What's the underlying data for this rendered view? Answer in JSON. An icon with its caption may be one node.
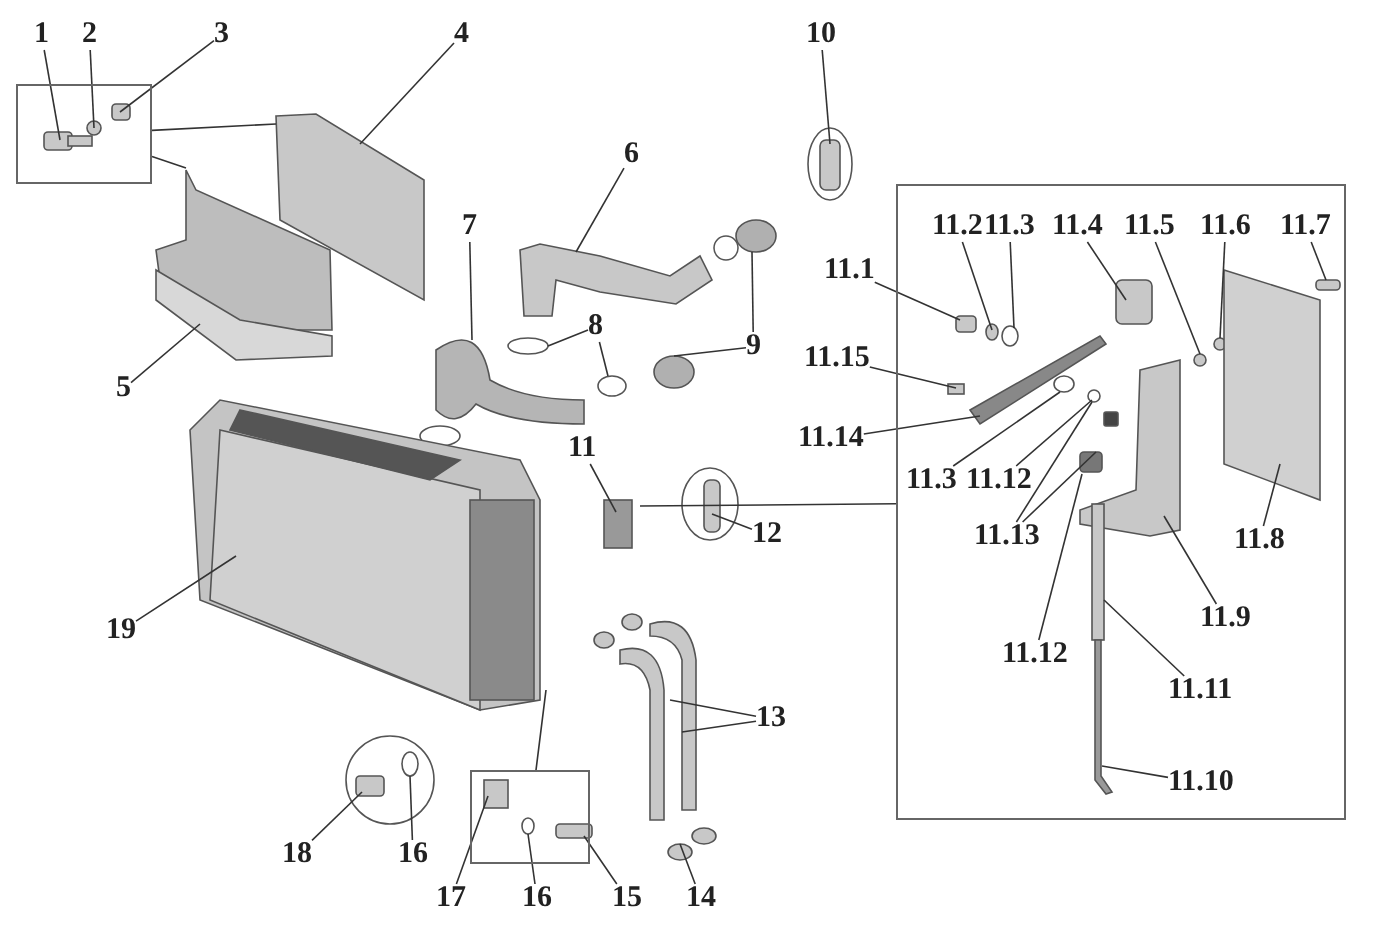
{
  "diagram": {
    "nodes": [
      {
        "text": [
          "1"
        ]
      },
      {
        "text": [
          "2"
        ]
      },
      {
        "text": [
          "3"
        ]
      },
      {
        "text": [
          "4"
        ]
      },
      {
        "text": [
          "10"
        ]
      },
      {
        "text": [],
        "shape": "box"
      },
      {
        "text": [
          "6"
        ]
      },
      {
        "text": [
          "7"
        ]
      },
      {
        "text": [],
        "shape": "box"
      },
      {
        "text": [
          "11.2"
        ],
        "in": 8
      },
      {
        "text": [
          "11.3"
        ],
        "in": 8
      },
      {
        "text": [
          "11.4"
        ],
        "in": 8
      },
      {
        "text": [
          "11.5"
        ],
        "in": 8
      },
      {
        "text": [
          "11.6"
        ],
        "in": 8
      },
      {
        "text": [
          "11.7"
        ],
        "in": 8
      },
      {
        "text": [
          "11.1"
        ]
      },
      {
        "text": [
          "8"
        ]
      },
      {
        "text": [
          "9"
        ]
      },
      {
        "text": [
          "11.15"
        ]
      },
      {
        "text": [
          "5"
        ]
      },
      {
        "text": [
          "11"
        ]
      },
      {
        "text": [
          "11.14"
        ]
      },
      {
        "text": [
          "11.3"
        ],
        "in": 8
      },
      {
        "text": [
          "11.12"
        ],
        "in": 8
      },
      {
        "text": [
          "12"
        ]
      },
      {
        "text": [
          "11.13"
        ],
        "in": 8
      },
      {
        "text": [
          "11.8"
        ],
        "in": 8
      },
      {
        "text": [
          "11.9"
        ],
        "in": 8
      },
      {
        "text": [
          "19"
        ]
      },
      {
        "text": [
          "11.12"
        ],
        "in": 8
      },
      {
        "text": [
          "11.11"
        ],
        "in": 8
      },
      {
        "text": [
          "13"
        ]
      },
      {
        "text": [],
        "shape": "box"
      },
      {
        "text": [
          "11.10"
        ],
        "in": 8
      },
      {
        "text": [
          "18"
        ]
      },
      {
        "text": [
          "16"
        ]
      },
      {
        "text": [
          "17"
        ]
      },
      {
        "text": [
          "16"
        ]
      },
      {
        "text": [
          "15"
        ]
      },
      {
        "text": [
          "14"
        ]
      }
    ],
    "edges": [
      {
        "from": 0,
        "to": 5,
        "arrow": "none"
      },
      {
        "from": 1,
        "to": 5,
        "arrow": "none"
      },
      {
        "from": 2,
        "to": 5,
        "arrow": "none"
      },
      {
        "from": 3,
        "to": null,
        "arrow": "none"
      },
      {
        "from": 4,
        "to": null,
        "arrow": "none"
      },
      {
        "from": 5,
        "to": null,
        "arrow": "none"
      },
      {
        "from": 5,
        "to": null,
        "arrow": "none"
      },
      {
        "from": 6,
        "to": null,
        "arrow": "none"
      },
      {
        "from": 7,
        "to": null,
        "arrow": "none"
      },
      {
        "from": 8,
        "to": null,
        "arrow": "none"
      },
      {
        "from": 9,
        "to": null,
        "arrow": "none"
      },
      {
        "from": 10,
        "to": null,
        "arrow": "none"
      },
      {
        "from": 11,
        "to": null,
        "arrow": "none"
      },
      {
        "from": 12,
        "to": null,
        "arrow": "none"
      },
      {
        "from": 13,
        "to": null,
        "arrow": "none"
      },
      {
        "from": 14,
        "to": null,
        "arrow": "none"
      },
      {
        "from": 15,
        "to": null,
        "arrow": "none"
      },
      {
        "from": 16,
        "to": null,
        "arrow": "none"
      },
      {
        "from": 16,
        "to": null,
        "arrow": "none"
      },
      {
        "from": 17,
        "to": null,
        "arrow": "none"
      },
      {
        "from": 17,
        "to": null,
        "arrow": "none"
      },
      {
        "from": 18,
        "to": null,
        "arrow": "none"
      },
      {
        "from": 19,
        "to": null,
        "arrow": "none"
      },
      {
        "from": 20,
        "to": null,
        "arrow": "none"
      },
      {
        "from": 21,
        "to": null,
        "arrow": "none"
      },
      {
        "from": 22,
        "to": null,
        "arrow": "none"
      },
      {
        "from": 23,
        "to": null,
        "arrow": "none"
      },
      {
        "from": 24,
        "to": null,
        "arrow": "none"
      },
      {
        "from": 25,
        "to": null,
        "arrow": "none"
      },
      {
        "from": 25,
        "to": null,
        "arrow": "none"
      },
      {
        "from": 26,
        "to": null,
        "arrow": "none"
      },
      {
        "from": 27,
        "to": null,
        "arrow": "none"
      },
      {
        "from": 28,
        "to": null,
        "arrow": "none"
      },
      {
        "from": 29,
        "to": null,
        "arrow": "none"
      },
      {
        "from": 30,
        "to": null,
        "arrow": "none"
      },
      {
        "from": 31,
        "to": null,
        "arrow": "none"
      },
      {
        "from": 31,
        "to": null,
        "arrow": "none"
      },
      {
        "from": 32,
        "to": null,
        "arrow": "none"
      },
      {
        "from": 33,
        "to": null,
        "arrow": "none"
      },
      {
        "from": 34,
        "to": null,
        "arrow": "none"
      },
      {
        "from": 35,
        "to": null,
        "arrow": "none"
      },
      {
        "from": 36,
        "to": 32,
        "arrow": "none"
      },
      {
        "from": 37,
        "to": 32,
        "arrow": "none"
      },
      {
        "from": 38,
        "to": 32,
        "arrow": "none"
      },
      {
        "from": 39,
        "to": null,
        "arrow": "none"
      }
    ]
  }
}
